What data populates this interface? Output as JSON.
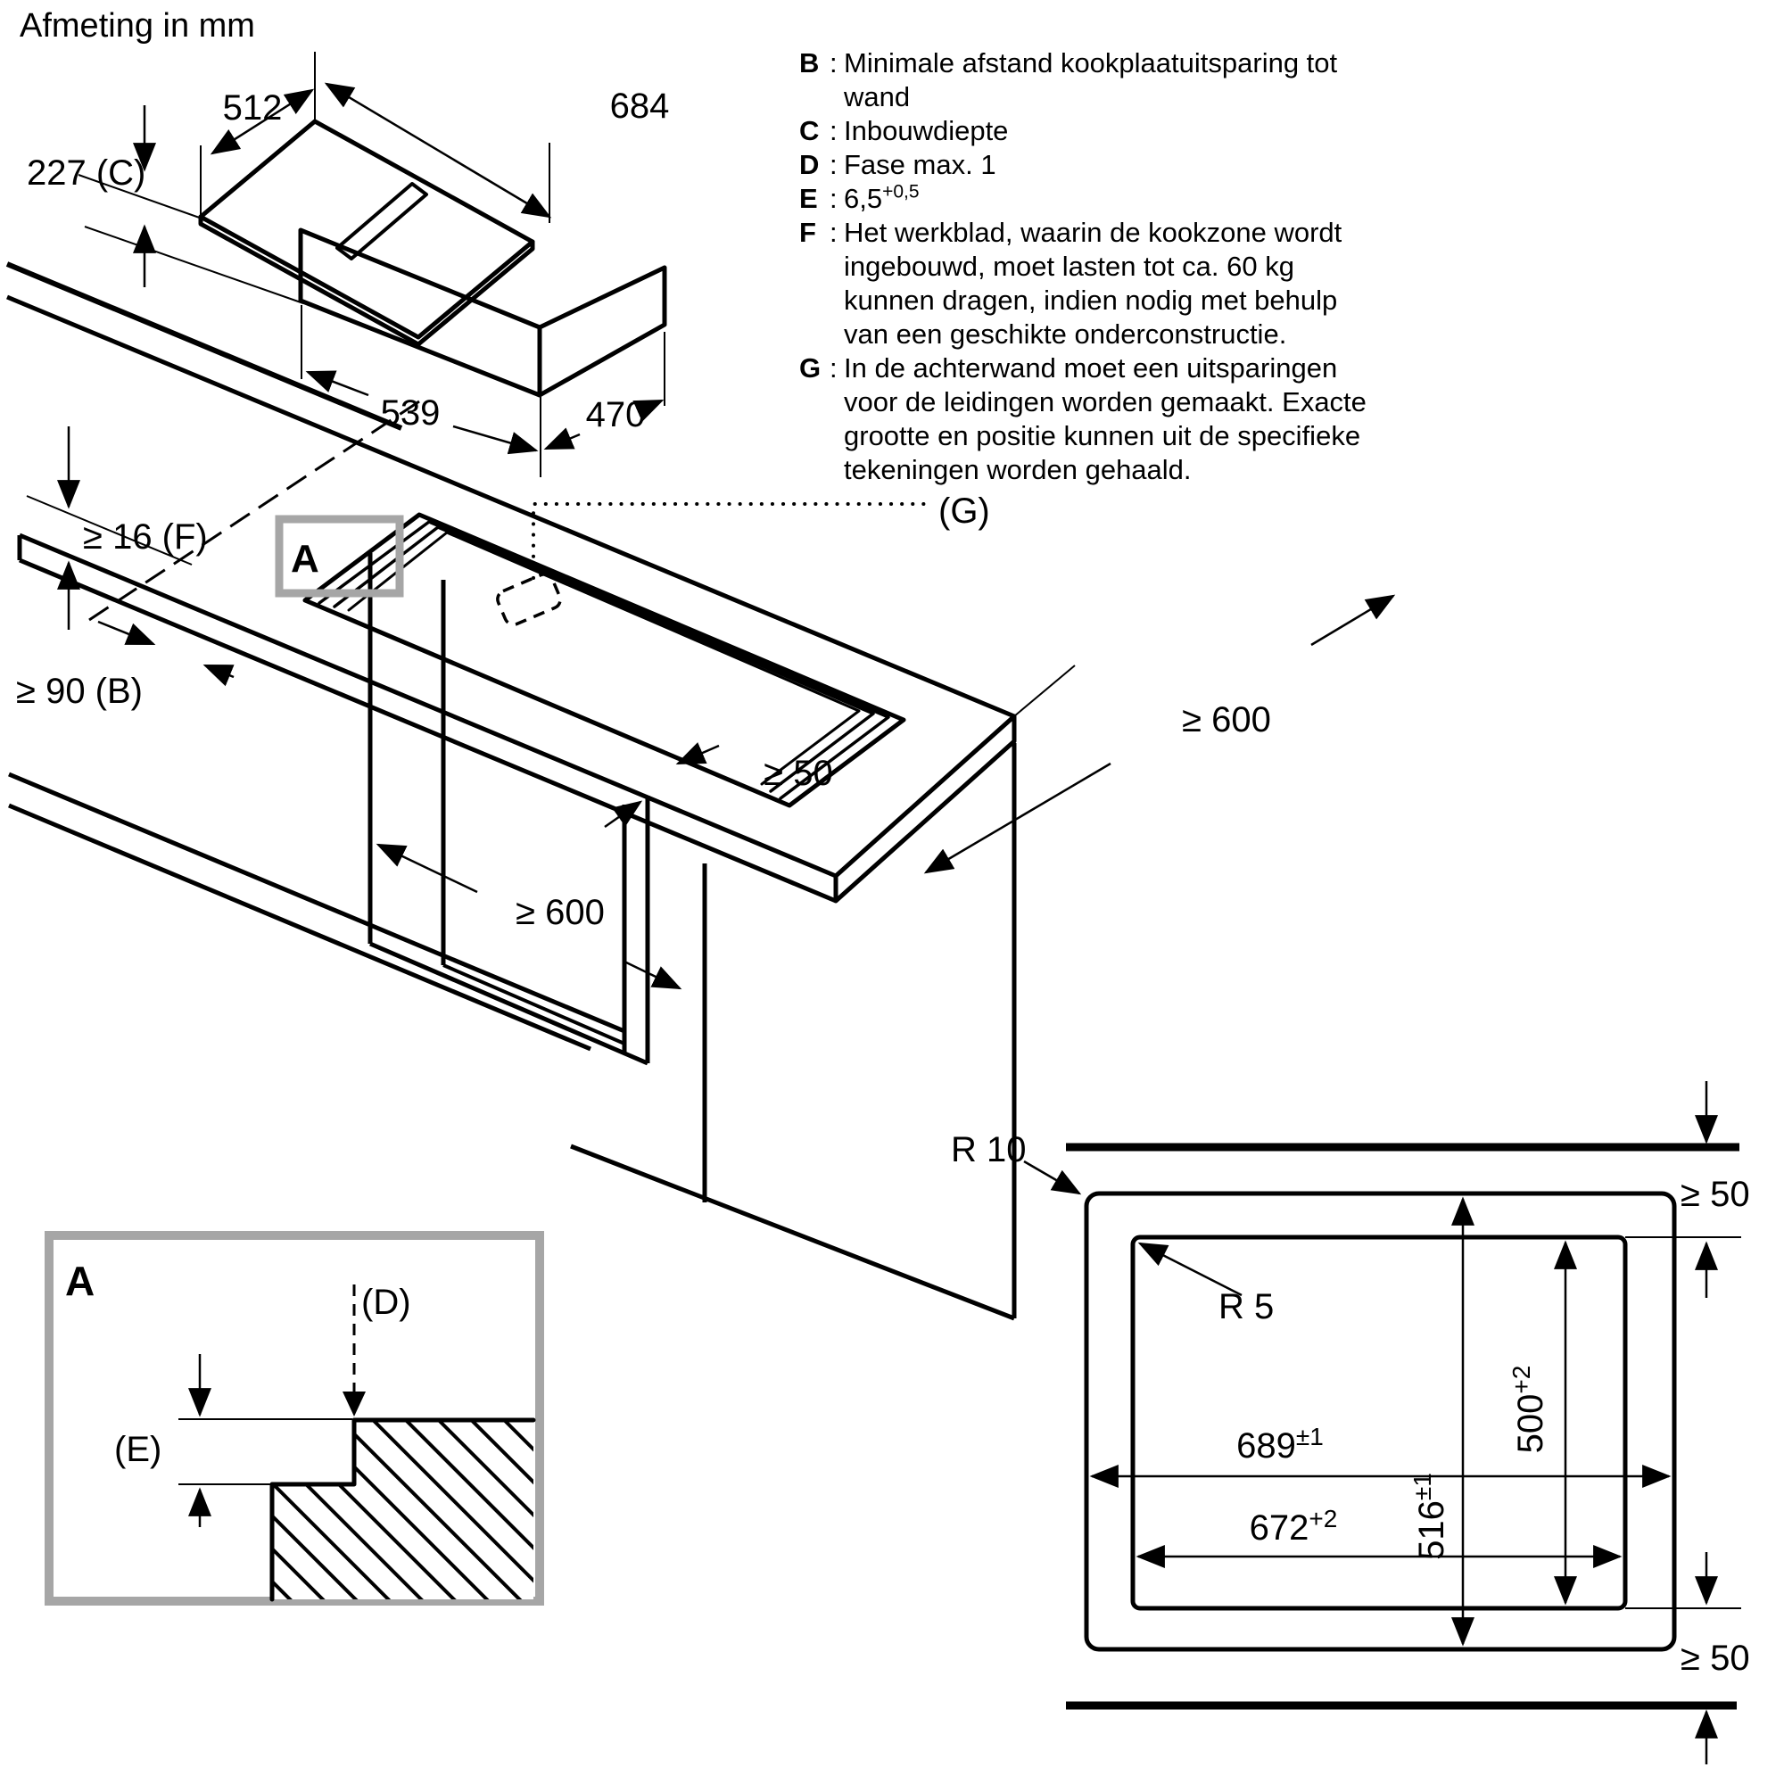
{
  "title": "Afmeting in mm",
  "legend": {
    "separator": ":",
    "items": [
      {
        "key": "B",
        "text": "Minimale afstand kookplaatuitsparing tot wand"
      },
      {
        "key": "C",
        "text": "Inbouwdiepte"
      },
      {
        "key": "D",
        "text": "Fase max. 1"
      },
      {
        "key": "E",
        "text": "6,5",
        "sup": "+0,5"
      },
      {
        "key": "F",
        "text": "Het werkblad, waarin de kookzone wordt ingebouwd, moet lasten tot ca. 60 kg kunnen dragen, indien nodig met behulp van een geschikte onderconstructie."
      },
      {
        "key": "G",
        "text": "In de achterwand moet een uitsparingen voor de leidingen worden gemaakt. Exacte grootte en positie kunnen uit de specifieke tekeningen worden gehaald."
      }
    ]
  },
  "hob": {
    "top_width": "684",
    "top_depth": "512",
    "height": "227 (C)",
    "body_width": "539",
    "body_depth": "470"
  },
  "counter": {
    "worktop_thickness": "≥ 16 (F)",
    "wall_distance": "≥ 90 (B)",
    "front_distance": "≥ 50",
    "depth_right": "≥ 600",
    "cabinet_width": "≥ 600",
    "detail_marker": "A",
    "pipe_recess": "(G)"
  },
  "detail_a": {
    "label": "A",
    "chamfer": "(D)",
    "step_height": "(E)"
  },
  "cutout": {
    "radius_outer": "R 10",
    "radius_inner": "R 5",
    "gap_top": "≥ 50",
    "gap_bottom": "≥ 50",
    "outer_width": {
      "value": "689",
      "tol": "±1"
    },
    "outer_depth": {
      "value": "516",
      "tol": "±1"
    },
    "inner_width": {
      "value": "672",
      "tol": "+2"
    },
    "inner_depth": {
      "value": "500",
      "tol": "+2"
    }
  },
  "colors": {
    "line": "#000000",
    "highlight_box": "#a6a6a6",
    "background": "#ffffff"
  }
}
